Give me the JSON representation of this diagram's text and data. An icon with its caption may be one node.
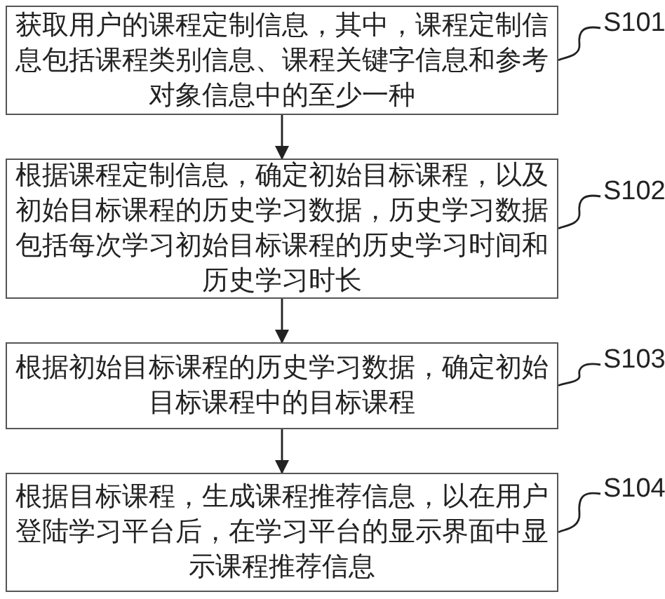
{
  "diagram": {
    "nodes": [
      {
        "text": [
          "获取用户的课程定制信息，其中，课程定制信息包括课程类别信息、课程关键字信息和参考对象信息中的至少一种"
        ]
      },
      {
        "text": [
          "根据课程定制信息，确定初始目标课程，以及初始目标课程的历史学习数据，历史学习数据包括每次学习初始目标课程的历史学习时间和历史学习时长"
        ]
      },
      {
        "text": [
          "根据初始目标课程的历史学习数据，确定初始目标课程中的目标课程"
        ]
      },
      {
        "text": [
          "根据目标课程，生成课程推荐信息，以在用户登陆学习平台后，在学习平台的显示界面中显示课程推荐信息"
        ]
      },
      {
        "text": [
          "S101"
        ]
      },
      {
        "text": [
          "S102"
        ]
      },
      {
        "text": [
          "S103"
        ]
      },
      {
        "text": [
          "S104"
        ]
      }
    ],
    "edges": [
      {
        "from": 0,
        "to": 1,
        "arrow": "to"
      },
      {
        "from": 1,
        "to": 2,
        "arrow": "to"
      },
      {
        "from": 2,
        "to": 3,
        "arrow": "to"
      },
      {
        "from": 4,
        "to": 0,
        "arrow": "none"
      },
      {
        "from": 5,
        "to": 1,
        "arrow": "none"
      },
      {
        "from": 6,
        "to": 2,
        "arrow": "none"
      },
      {
        "from": 7,
        "to": 3,
        "arrow": "none"
      }
    ]
  }
}
